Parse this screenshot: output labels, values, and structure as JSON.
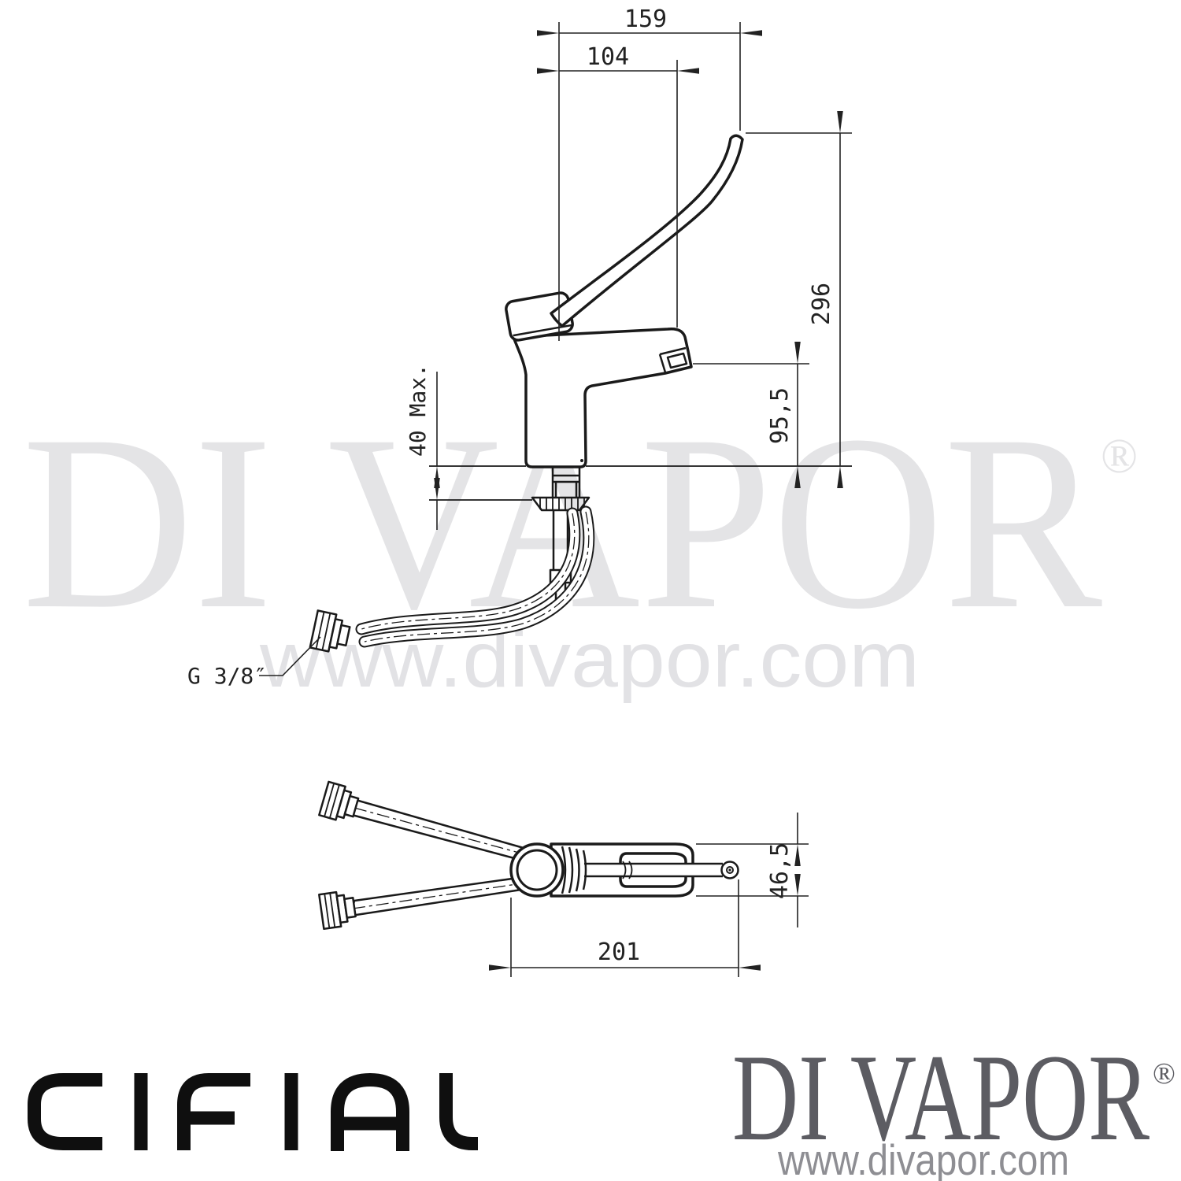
{
  "watermarks": {
    "brand": "DI VAPOR",
    "registered": "®",
    "url": "www.divapor.com"
  },
  "side_view": {
    "reach_overall": "159",
    "reach_spout": "104",
    "height_overall": "296",
    "height_spout": "95,5",
    "deck_thickness": "40 Max.",
    "connection": "G 3/8″"
  },
  "top_view": {
    "depth": "46,5",
    "length": "201"
  },
  "footer": {
    "cifial": "CIFIAL",
    "brand": "DI VAPOR",
    "registered": "®",
    "url": "www.divapor.com"
  }
}
